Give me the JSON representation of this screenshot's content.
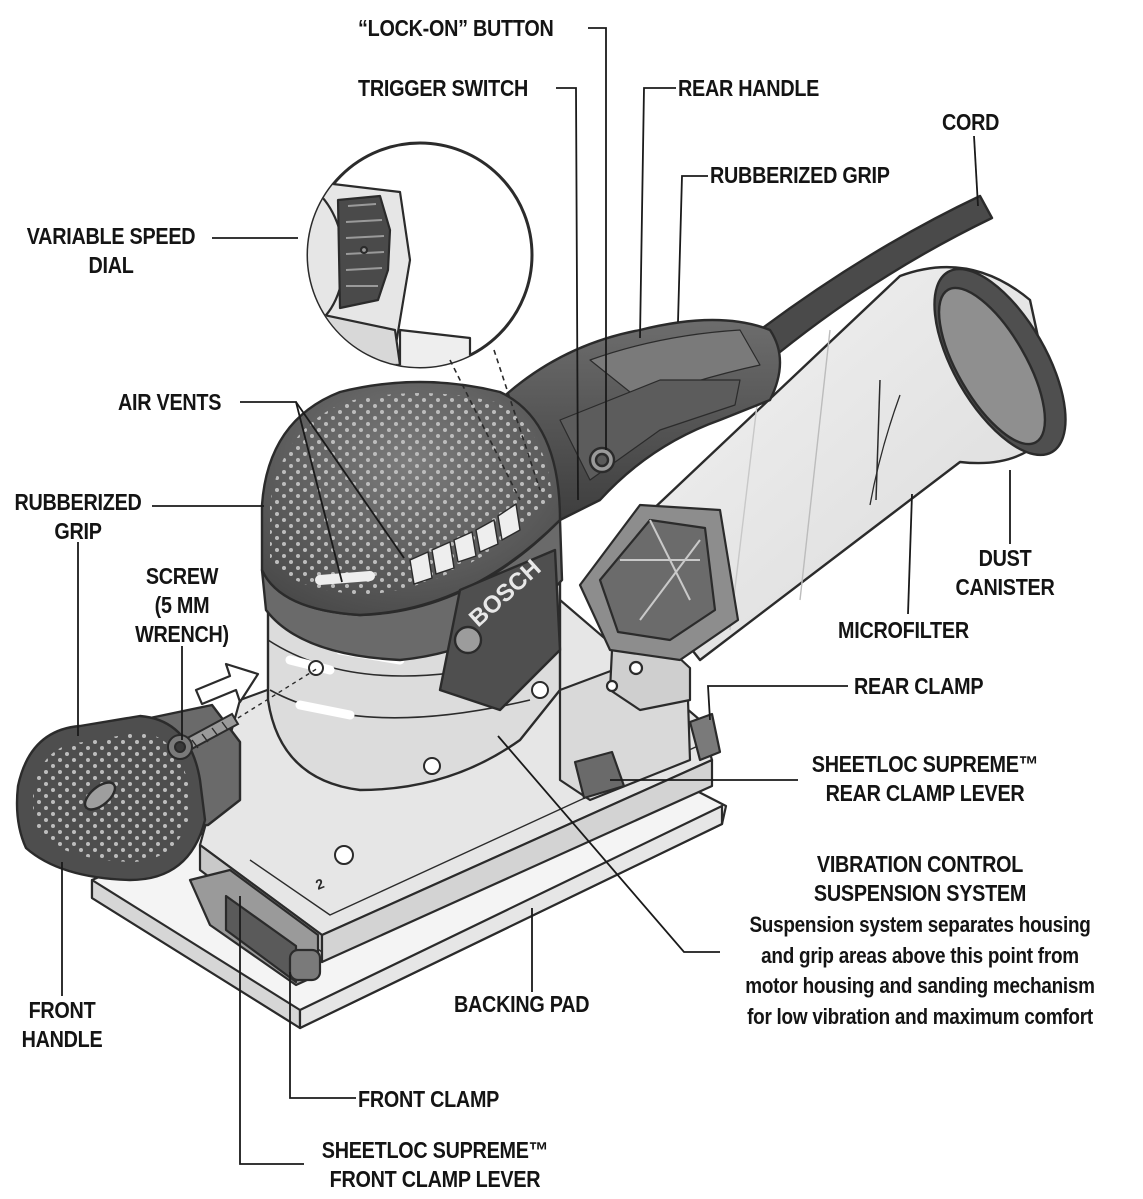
{
  "colors": {
    "ink": "#141414",
    "outline": "#2b2b2b",
    "body_dark": "#565656",
    "body_mid": "#8e8e8e",
    "body_light": "#c8c8c8",
    "base_light": "#e3e3e3",
    "canister": "#e9e9e9",
    "bg": "#ffffff"
  },
  "brand": {
    "logo_text": "BOSCH",
    "plate_number": "2"
  },
  "labels": {
    "lock_on_button": "“LOCK-ON” BUTTON",
    "trigger_switch": "TRIGGER SWITCH",
    "rear_handle": "REAR HANDLE",
    "cord": "CORD",
    "rubberized_grip_top": "RUBBERIZED GRIP",
    "variable_speed_dial": [
      "VARIABLE SPEED",
      "DIAL"
    ],
    "air_vents": "AIR VENTS",
    "rubberized_grip_left": [
      "RUBBERIZED",
      "GRIP"
    ],
    "screw": [
      "SCREW",
      "(5 MM",
      "WRENCH)"
    ],
    "dust_canister": [
      "DUST",
      "CANISTER"
    ],
    "microfilter": "MICROFILTER",
    "rear_clamp": "REAR CLAMP",
    "rear_clamp_lever": [
      "SHEETLOC SUPREME™",
      "REAR CLAMP LEVER"
    ],
    "vibration_control": {
      "title": [
        "VIBRATION CONTROL",
        "SUSPENSION SYSTEM"
      ],
      "description": [
        "Suspension system separates housing",
        "and grip areas above this point from",
        "motor housing and sanding mechanism",
        "for low vibration and maximum comfort"
      ]
    },
    "backing_pad": "BACKING PAD",
    "front_handle": [
      "FRONT",
      "HANDLE"
    ],
    "front_clamp": "FRONT CLAMP",
    "front_clamp_lever": [
      "SHEETLOC SUPREME™",
      "FRONT CLAMP LEVER"
    ]
  },
  "icons": {
    "insert_arrow": "arrow-right-icon"
  }
}
